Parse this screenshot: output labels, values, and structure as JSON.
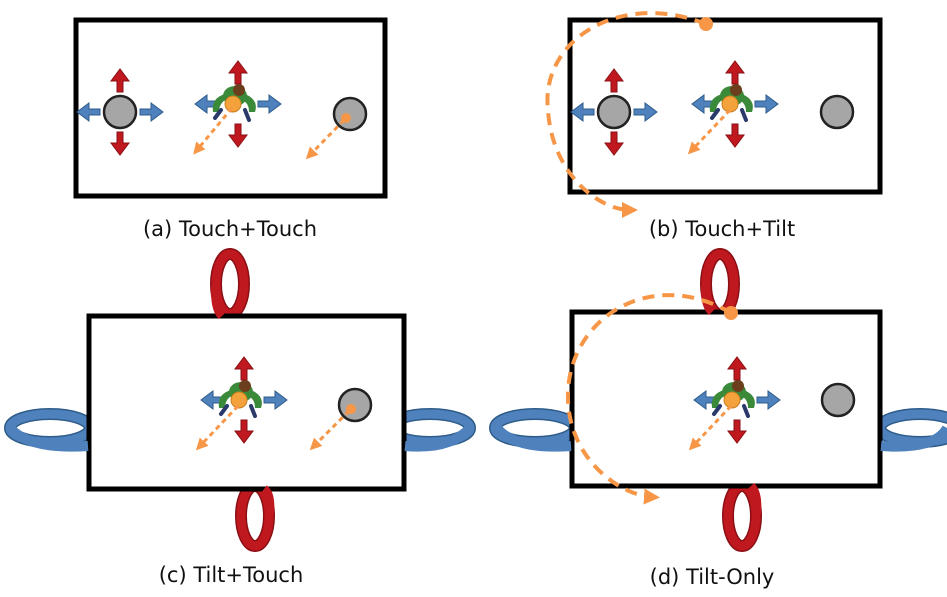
{
  "panels": [
    {
      "id": "a",
      "caption": "(a) Touch+Touch"
    },
    {
      "id": "b",
      "caption": "(b) Touch+Tilt"
    },
    {
      "id": "c",
      "caption": "(c) Tilt+Touch"
    },
    {
      "id": "d",
      "caption": "(d) Tilt-Only"
    }
  ],
  "colors": {
    "frame": "#000000",
    "ball": "#a6a6a6",
    "arrow_red": "#c0181f",
    "arrow_blue": "#4f81bd",
    "trajectory": "#f79646",
    "shirt": "#3b8a3a"
  },
  "icons": {
    "ball": "grey-ball-icon",
    "player": "player-topdown-icon",
    "move_arrows": "four-way-arrows-icon",
    "tilt_arrows": "curved-rotation-arrow-icon"
  }
}
